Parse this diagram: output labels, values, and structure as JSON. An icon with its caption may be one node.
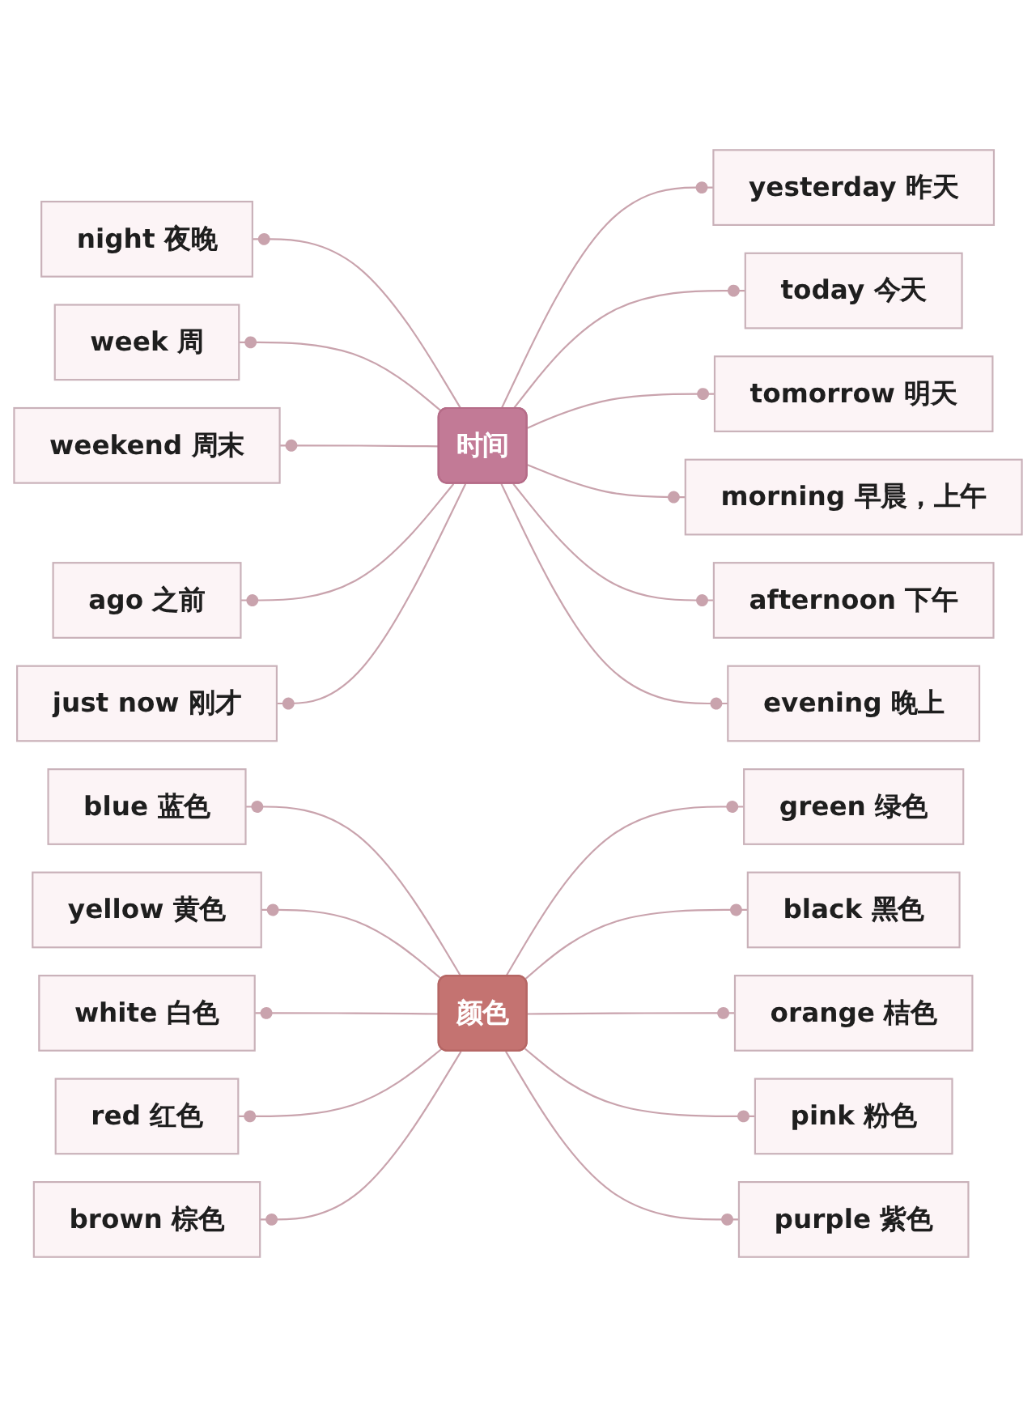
{
  "diagram": {
    "nodes": [
      {
        "text": [
          "时间"
        ]
      },
      {
        "text": [
          "night 夜晚"
        ]
      },
      {
        "text": [
          "week 周"
        ]
      },
      {
        "text": [
          "weekend 周末"
        ]
      },
      {
        "text": [
          "ago 之前"
        ]
      },
      {
        "text": [
          "just now 刚才"
        ]
      },
      {
        "text": [
          "yesterday 昨天"
        ]
      },
      {
        "text": [
          "today 今天"
        ]
      },
      {
        "text": [
          "tomorrow 明天"
        ]
      },
      {
        "text": [
          "morning 早晨，上午"
        ]
      },
      {
        "text": [
          "afternoon 下午"
        ]
      },
      {
        "text": [
          "evening 晚上"
        ]
      },
      {
        "text": [
          "颜色"
        ]
      },
      {
        "text": [
          "blue 蓝色"
        ]
      },
      {
        "text": [
          "yellow 黄色"
        ]
      },
      {
        "text": [
          "white 白色"
        ]
      },
      {
        "text": [
          "red 红色"
        ]
      },
      {
        "text": [
          "brown 棕色"
        ]
      },
      {
        "text": [
          "green 绿色"
        ]
      },
      {
        "text": [
          "black 黑色"
        ]
      },
      {
        "text": [
          "orange 桔色"
        ]
      },
      {
        "text": [
          "pink 粉色"
        ]
      },
      {
        "text": [
          "purple 紫色"
        ]
      }
    ],
    "edges": [
      {
        "from": 0,
        "to": 1,
        "arrow": "other"
      },
      {
        "from": 0,
        "to": 2,
        "arrow": "other"
      },
      {
        "from": 0,
        "to": 3,
        "arrow": "other"
      },
      {
        "from": 0,
        "to": 4,
        "arrow": "other"
      },
      {
        "from": 0,
        "to": 5,
        "arrow": "other"
      },
      {
        "from": 0,
        "to": 6,
        "arrow": "other"
      },
      {
        "from": 0,
        "to": 7,
        "arrow": "other"
      },
      {
        "from": 0,
        "to": 8,
        "arrow": "other"
      },
      {
        "from": 0,
        "to": 9,
        "arrow": "other"
      },
      {
        "from": 0,
        "to": 10,
        "arrow": "other"
      },
      {
        "from": 0,
        "to": 11,
        "arrow": "other"
      },
      {
        "from": 12,
        "to": 13,
        "arrow": "other"
      },
      {
        "from": 12,
        "to": 14,
        "arrow": "other"
      },
      {
        "from": 12,
        "to": 15,
        "arrow": "other"
      },
      {
        "from": 12,
        "to": 16,
        "arrow": "other"
      },
      {
        "from": 12,
        "to": 17,
        "arrow": "other"
      },
      {
        "from": 12,
        "to": 18,
        "arrow": "other"
      },
      {
        "from": 12,
        "to": 19,
        "arrow": "other"
      },
      {
        "from": 12,
        "to": 20,
        "arrow": "other"
      },
      {
        "from": 12,
        "to": 21,
        "arrow": "other"
      },
      {
        "from": 12,
        "to": 22,
        "arrow": "other"
      }
    ]
  }
}
